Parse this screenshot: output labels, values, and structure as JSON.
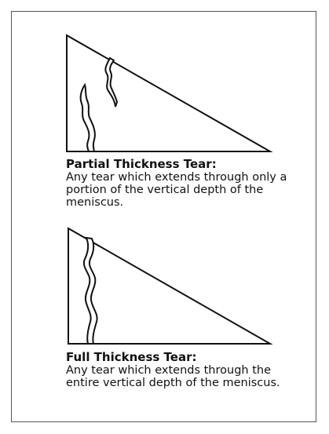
{
  "partial": {
    "title": "Partial Thickness Tear:",
    "description": "Any tear which extends through only a portion of the vertical depth of the meniscus."
  },
  "full": {
    "title": "Full Thickness Tear:",
    "description": "Any tear which extends through the entire vertical depth of the meniscus."
  },
  "colors": {
    "line": "#111111",
    "border": "#555555",
    "background": "#ffffff"
  }
}
